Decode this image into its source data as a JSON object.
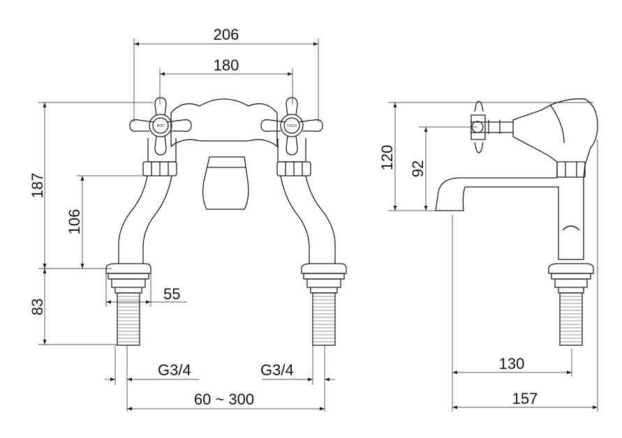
{
  "dimensions": {
    "overall_width": "206",
    "valve_centers": "180",
    "total_height": "187",
    "riser_height": "106",
    "shank_length": "83",
    "flange": "55",
    "thread_left": "G3/4",
    "thread_right": "G3/4",
    "center_range": "60 ~ 300",
    "side_height": "120",
    "side_handle_height": "92",
    "spout_reach": "130",
    "total_depth": "157"
  },
  "handles": {
    "left_label": "HOT",
    "right_label": "COLD"
  }
}
